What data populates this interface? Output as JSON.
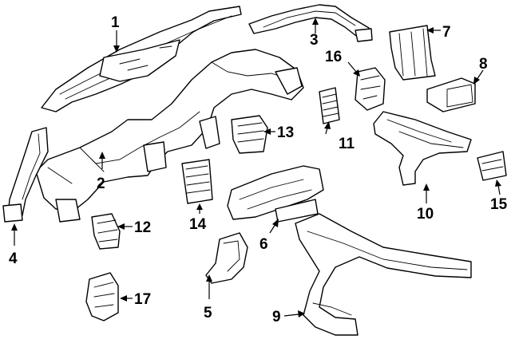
{
  "callouts": {
    "p1": "1",
    "p2": "2",
    "p3": "3",
    "p4": "4",
    "p5": "5",
    "p6": "6",
    "p7": "7",
    "p8": "8",
    "p9": "9",
    "p10": "10",
    "p11": "11",
    "p12": "12",
    "p13": "13",
    "p14": "14",
    "p15": "15",
    "p16": "16",
    "p17": "17"
  }
}
